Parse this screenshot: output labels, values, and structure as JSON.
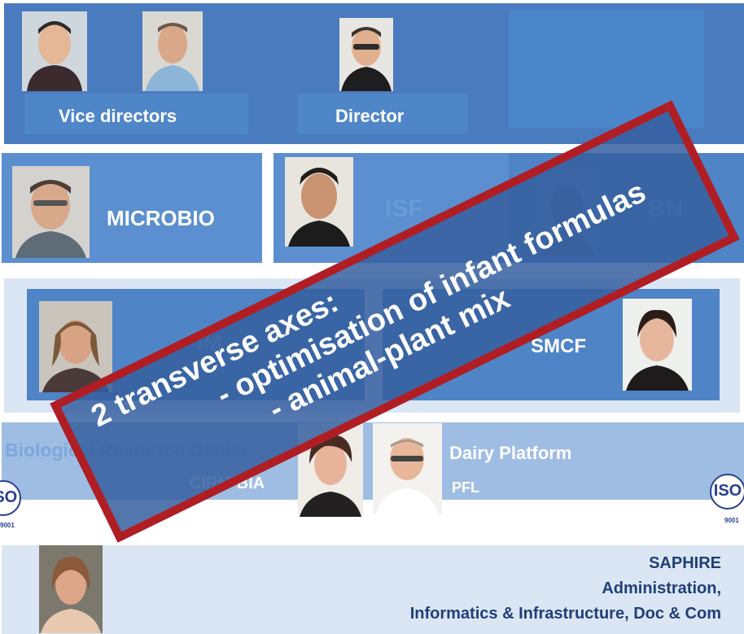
{
  "top": {
    "vice_directors": "Vice directors",
    "director": "Director"
  },
  "units": {
    "microbio": "MICROBIO",
    "isf": "ISF",
    "bn": "BN",
    "im": "IM",
    "smcf": "SMCF"
  },
  "platforms": {
    "brc_title": "Biological Resource Center",
    "brc_code": "CIRM-BIA",
    "dairy_title": "Dairy Platform",
    "dairy_code": "PFL",
    "iso_left": "ISO",
    "iso_left_num": "9001",
    "iso_right": "ISO",
    "iso_right_num": "9001"
  },
  "saphire": {
    "line1": "SAPHIRE",
    "line2": "Administration,",
    "line3": "Informatics & Infrastructure, Doc & Com"
  },
  "banner": {
    "line1": "2 transverse axes:",
    "line2": "- optimisation of infant formulas",
    "line3": "- animal-plant mix"
  },
  "colors": {
    "dark_blue": "#4a7bbf",
    "mid_blue": "#5b8fcf",
    "light_blue": "#dbe6f4",
    "banner_red": "#b01e24",
    "saphire_text": "#1f3f76"
  }
}
